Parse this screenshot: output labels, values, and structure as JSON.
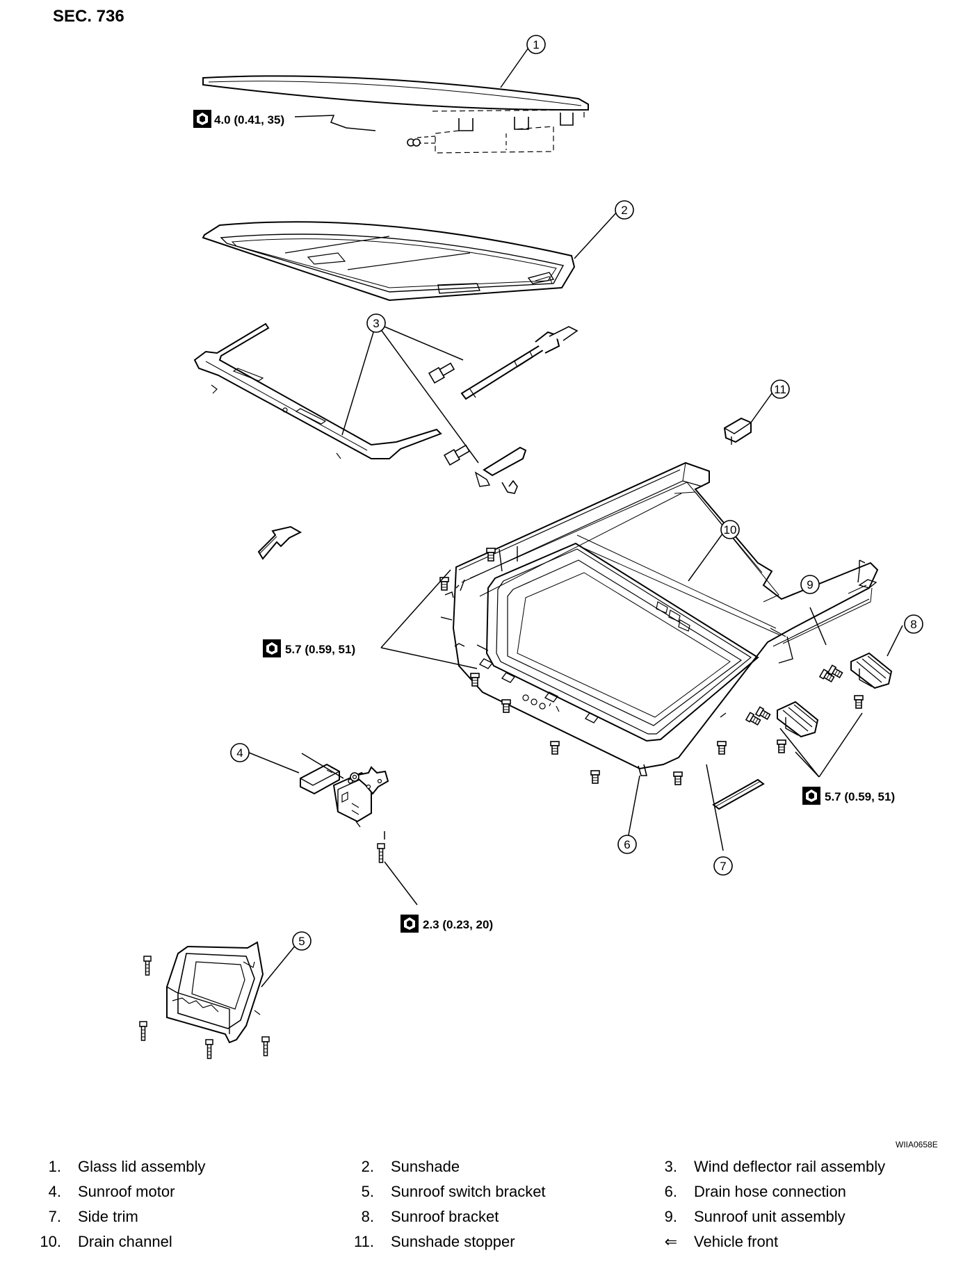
{
  "section": "SEC. 736",
  "figure_id": "WIIA0658E",
  "torques": [
    {
      "value": "4.0 (0.41, 35)"
    },
    {
      "value": "5.7 (0.59, 51)"
    },
    {
      "value": "5.7 (0.59, 51)"
    },
    {
      "value": "2.3 (0.23, 20)"
    }
  ],
  "callouts": [
    "1",
    "2",
    "3",
    "4",
    "5",
    "6",
    "7",
    "8",
    "9",
    "10",
    "11"
  ],
  "legend": [
    {
      "num": "1.",
      "label": "Glass lid assembly"
    },
    {
      "num": "2.",
      "label": "Sunshade"
    },
    {
      "num": "3.",
      "label": "Wind deflector rail assembly"
    },
    {
      "num": "4.",
      "label": "Sunroof motor"
    },
    {
      "num": "5.",
      "label": "Sunroof switch bracket"
    },
    {
      "num": "6.",
      "label": "Drain hose connection"
    },
    {
      "num": "7.",
      "label": "Side trim"
    },
    {
      "num": "8.",
      "label": "Sunroof bracket"
    },
    {
      "num": "9.",
      "label": "Sunroof unit assembly"
    },
    {
      "num": "10.",
      "label": "Drain channel"
    },
    {
      "num": "11.",
      "label": "Sunshade stopper"
    },
    {
      "num": "⇐",
      "label": "Vehicle front"
    }
  ]
}
